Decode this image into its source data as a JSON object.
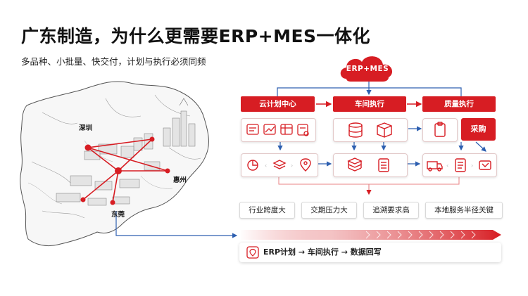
{
  "title": "广东制造，为什么更需要ERP+MES一体化",
  "subtitle": "多品种、小批量、快交付，计划与执行必须同频",
  "cloud_label": "ERP+MES",
  "headers": [
    "云计划中心",
    "车间执行",
    "质量执行"
  ],
  "purchase_label": "采购",
  "tags": [
    "行业跨度大",
    "交期压力大",
    "追溯要求高",
    "本地服务半径关键"
  ],
  "flow_text": "ERP计划 → 车间执行 → 数据回写",
  "cities": {
    "shenzhen": "深圳",
    "huizhou": "惠州",
    "dongguan": "东莞"
  },
  "colors": {
    "accent": "#d71d23",
    "line": "#2d5fb0"
  },
  "icons": [
    "report-icon",
    "chart-icon",
    "spreadsheet-icon",
    "document-icon",
    "database-icon",
    "box-icon",
    "clipboard-icon",
    "pie-icon",
    "layers-icon",
    "location-icon",
    "stack-icon",
    "list-icon",
    "truck-icon",
    "checklist-icon",
    "ticket-icon"
  ]
}
